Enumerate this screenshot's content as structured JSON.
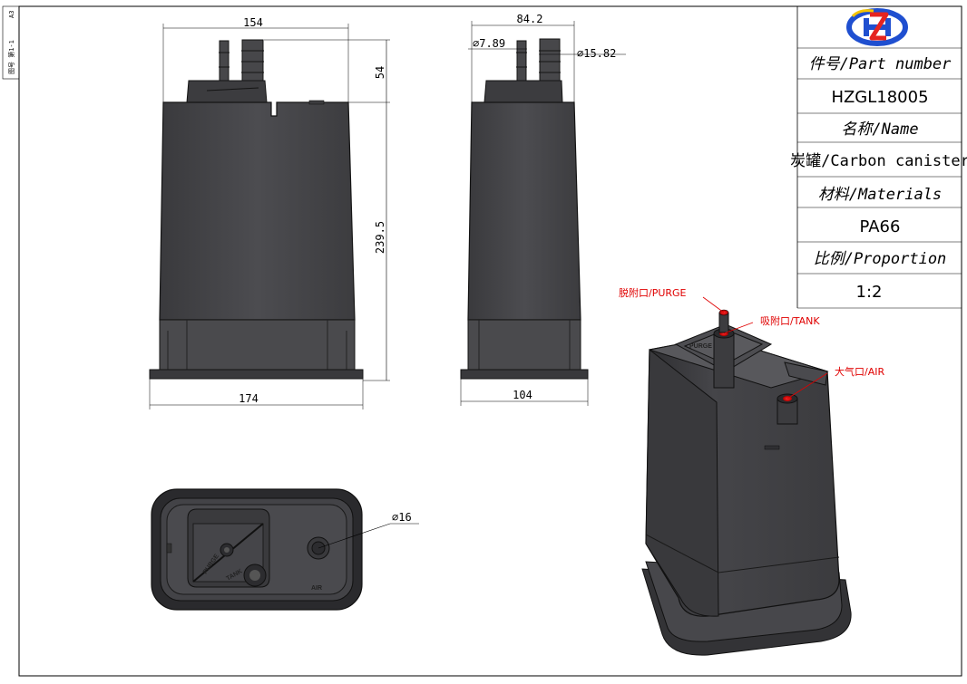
{
  "sheet": {
    "edge_label": "图号 第1-1",
    "edge_code": "A3"
  },
  "title_block": {
    "part_number_label": "件号/Part number",
    "part_number_value": "HZGL18005",
    "name_label": "名称/Name",
    "name_value": "炭罐/Carbon canister",
    "materials_label": "材料/Materials",
    "materials_value": "PA66",
    "proportion_label": "比例/Proportion",
    "proportion_value": "1:2",
    "logo_colors": {
      "blue": "#1f4fd0",
      "red": "#e52420",
      "yellow": "#f5c400"
    }
  },
  "dimensions": {
    "front_width_top": "154",
    "pipe_height": "54",
    "body_height": "239.5",
    "front_width_bottom": "174",
    "side_width_top": "84.2",
    "purge_diameter": "∅7.89",
    "tank_diameter": "∅15.82",
    "side_width_bottom": "104",
    "air_diameter": "∅16"
  },
  "callouts": {
    "purge": "脱附口/PURGE",
    "tank": "吸附口/TANK",
    "air": "大气口/AIR"
  },
  "molded_text": {
    "purge": "PURGE",
    "tank": "TANK",
    "air": "AIR"
  },
  "colors": {
    "body": "#4a4a4d",
    "body_dark": "#2f2f32",
    "outline": "#141414",
    "callout": "#e00000"
  }
}
